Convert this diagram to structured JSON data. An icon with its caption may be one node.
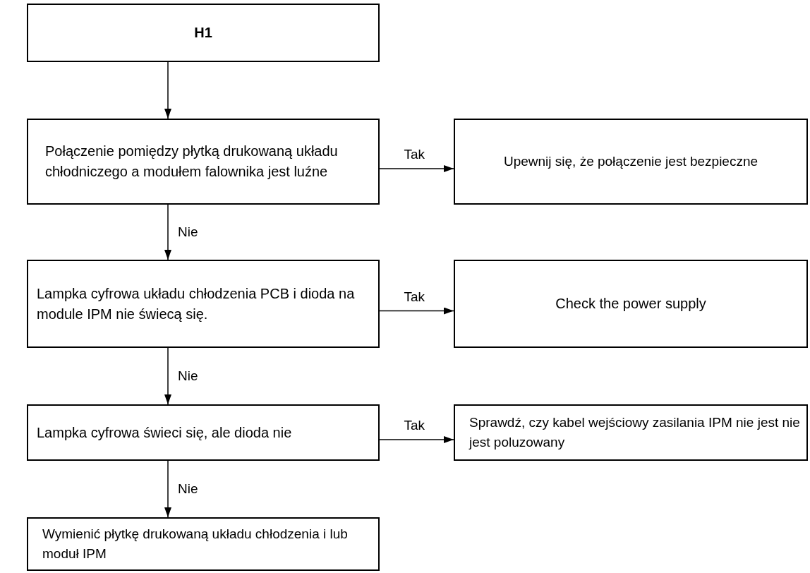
{
  "diagram": {
    "nodes": [
      {
        "text": [
          "H1"
        ]
      },
      {
        "text": [
          "Połączenie pomiędzy płytką drukowaną układu chłodniczego a modułem falownika jest luźne"
        ]
      },
      {
        "text": [
          "Upewnij się, że połączenie jest bezpieczne"
        ]
      },
      {
        "text": [
          "Lampka cyfrowa układu chłodzenia PCB i dioda na module IPM nie świecą się."
        ]
      },
      {
        "text": [
          "Check the power supply"
        ]
      },
      {
        "text": [
          "Lampka cyfrowa świeci się, ale dioda nie"
        ]
      },
      {
        "text": [
          "Sprawdź, czy kabel wejściowy zasilania IPM nie jest nie jest poluzowany"
        ]
      },
      {
        "text": [
          "Wymienić płytkę drukowaną układu chłodzenia i lub moduł IPM"
        ]
      }
    ],
    "edges": [
      {
        "from": 0,
        "to": 1,
        "arrow": "to"
      },
      {
        "from": 1,
        "to": 2,
        "arrow": "to",
        "label": "Tak"
      },
      {
        "from": 1,
        "to": 3,
        "arrow": "to",
        "label": "Nie"
      },
      {
        "from": 3,
        "to": 4,
        "arrow": "to",
        "label": "Tak"
      },
      {
        "from": 3,
        "to": 5,
        "arrow": "to",
        "label": "Nie"
      },
      {
        "from": 5,
        "to": 6,
        "arrow": "to",
        "label": "Tak"
      },
      {
        "from": 5,
        "to": 7,
        "arrow": "to",
        "label": "Nie"
      }
    ]
  }
}
